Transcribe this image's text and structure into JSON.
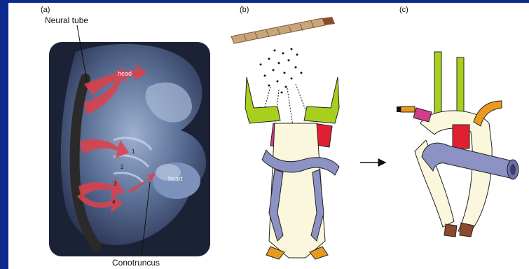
{
  "panels": {
    "a": {
      "letter": "(a)",
      "callout_top": "Neural tube",
      "callout_bottom": "Conotruncus",
      "photo_labels": {
        "head": "head",
        "heart": "heart"
      },
      "arch_numbers": [
        "1",
        "2",
        "3",
        "4"
      ]
    },
    "b": {
      "letter": "(b)"
    },
    "c": {
      "letter": "(c)"
    }
  },
  "colors": {
    "slide_background": "#0b2a8c",
    "panel_background": "#ffffff",
    "neural_crest_arrows": "#e0404a",
    "neural_tube": "#2a2a2a",
    "lime": "#a8cf1e",
    "magenta": "#d43d8c",
    "red": "#e02030",
    "orange": "#e89a1e",
    "brown": "#8b4a2b",
    "slate_blue": "#8c92c4",
    "cream": "#fbf7dd"
  },
  "icons": [
    "arrow-right-icon"
  ]
}
